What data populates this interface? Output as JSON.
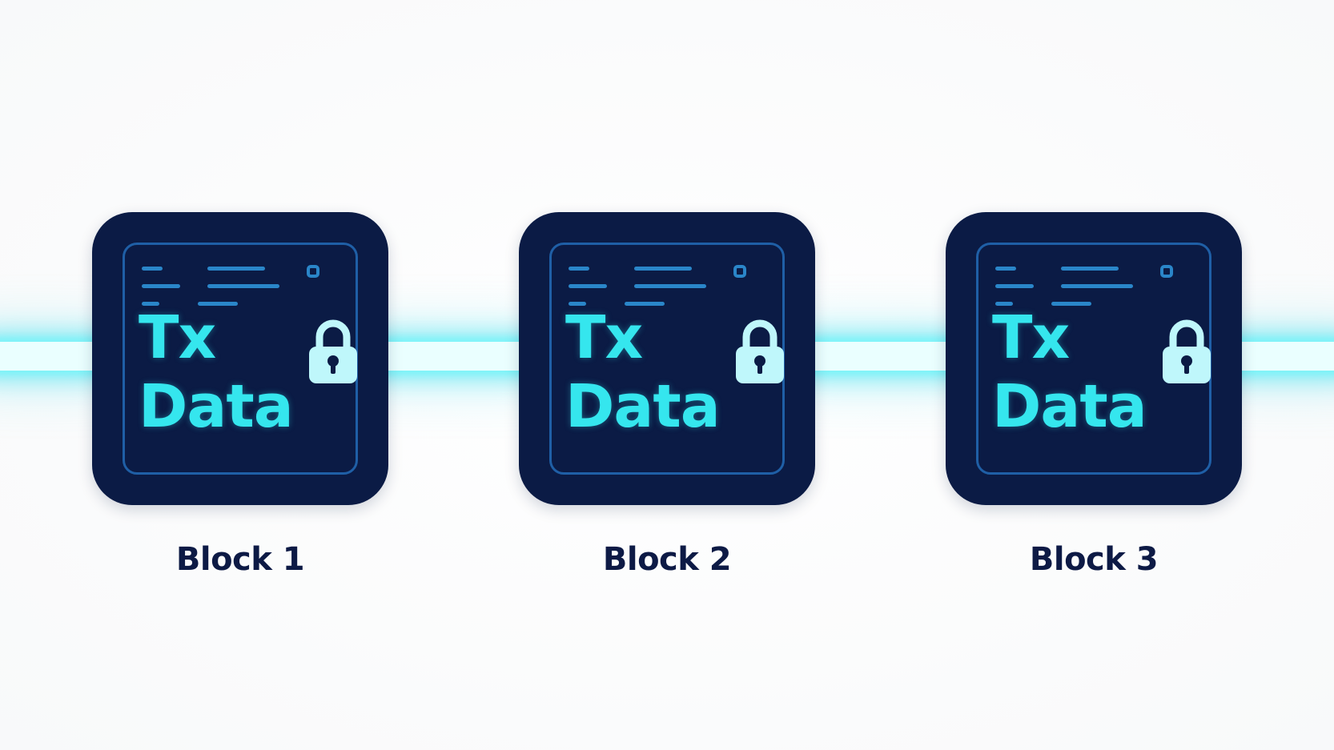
{
  "diagram": {
    "blocks": [
      {
        "line1": "Tx",
        "line2": "Data",
        "label": "Block 1"
      },
      {
        "line1": "Tx",
        "line2": "Data",
        "label": "Block 2"
      },
      {
        "line1": "Tx",
        "line2": "Data",
        "label": "Block 3"
      }
    ],
    "icons": [
      "lock-icon",
      "lock-icon",
      "lock-icon"
    ],
    "colors": {
      "block_bg": "#0b1b45",
      "frame": "#1f5fa6",
      "text_accent": "#35e6ee",
      "link_glow": "#5ee8f2",
      "label_text": "#0d1a45"
    }
  }
}
